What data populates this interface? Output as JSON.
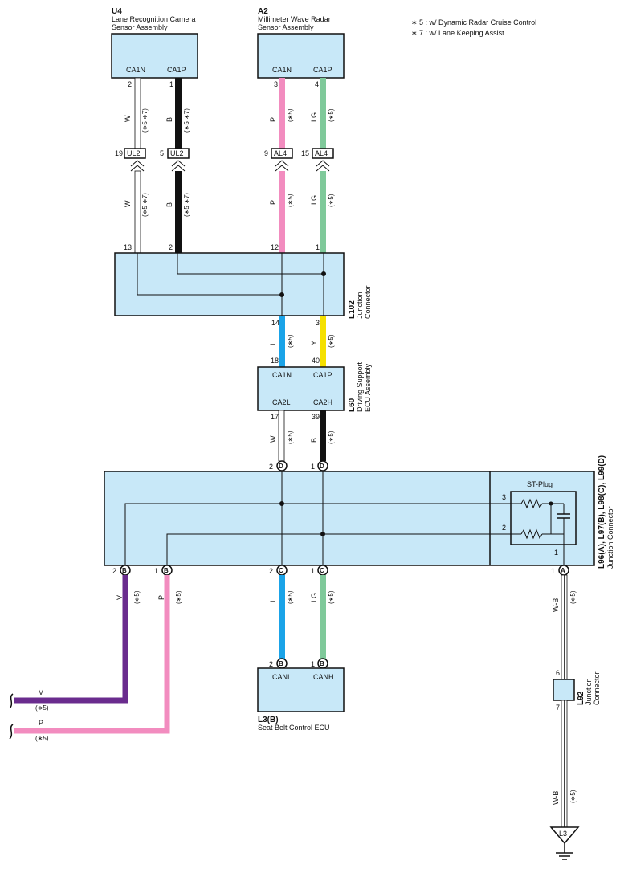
{
  "notes": [
    "∗ 5 : w/ Dynamic Radar Cruise Control",
    "∗ 7 : w/ Lane Keeping Assist"
  ],
  "colors": {
    "W": "#ffffff",
    "B": "#111111",
    "P": "#f28cbf",
    "LG": "#7fc99a",
    "L": "#1aa3e8",
    "Y": "#f5e000",
    "V": "#6a2c8e",
    "box": "#c8e8f8"
  },
  "components": {
    "u4": {
      "code": "U4",
      "name1": "Lane Recognition Camera",
      "name2": "Sensor Assembly",
      "pin_left": "CA1N",
      "pin_right": "CA1P",
      "num_left": "2",
      "num_right": "1"
    },
    "a2": {
      "code": "A2",
      "name1": "Millimeter Wave Radar",
      "name2": "Sensor Assembly",
      "pin_left": "CA1N",
      "pin_right": "CA1P",
      "num_left": "3",
      "num_right": "4"
    },
    "l102": {
      "code": "L102",
      "name1": "Junction",
      "name2": "Connector",
      "top_pins": [
        "13",
        "2",
        "12",
        "1"
      ],
      "bottom_pins": [
        "14",
        "3"
      ]
    },
    "l60": {
      "code": "L60",
      "name1": "Driving Support",
      "name2": "ECU Assembly",
      "pin_tl": "CA1N",
      "pin_tr": "CA1P",
      "pin_bl": "CA2L",
      "pin_br": "CA2H",
      "num_tl": "18",
      "num_tr": "40",
      "num_bl": "17",
      "num_br": "39"
    },
    "l96": {
      "code": "L96(A), L97(B), L98(C), L99(D)",
      "name": "Junction Connector",
      "stplug": "ST-Plug",
      "d_left": "2",
      "d_right": "1",
      "d_label": "D",
      "b_left_num": "2",
      "b_right_num": "1",
      "b_label": "B",
      "c_left_num": "2",
      "c_right_num": "1",
      "c_label": "C",
      "a_num": "1",
      "a_label": "A",
      "st_pin3": "3",
      "st_pin2": "2",
      "st_pin1": "1"
    },
    "l3": {
      "code": "L3(B)",
      "name": "Seat Belt Control ECU",
      "pin_left": "CANL",
      "pin_right": "CANH",
      "num_left": "2",
      "num_right": "1",
      "b_label": "B"
    },
    "l92": {
      "code": "L92",
      "name1": "Junction",
      "name2": "Connector",
      "pin_top": "6",
      "pin_bottom": "7"
    },
    "ground": {
      "label": "L3"
    }
  },
  "connectors": {
    "ul2_left": {
      "name": "UL2",
      "pin": "19"
    },
    "ul2_right": {
      "name": "UL2",
      "pin": "5"
    },
    "al4_left": {
      "name": "AL4",
      "pin": "9"
    },
    "al4_right": {
      "name": "AL4",
      "pin": "15"
    }
  },
  "wires": {
    "u4_w_upper": {
      "color": "W",
      "note": "(∗5 ∗7)"
    },
    "u4_b_upper": {
      "color": "B",
      "note": "(∗5 ∗7)"
    },
    "u4_w_lower": {
      "color": "W",
      "note": "(∗5 ∗7)"
    },
    "u4_b_lower": {
      "color": "B",
      "note": "(∗5 ∗7)"
    },
    "a2_p_upper": {
      "color": "P",
      "note": "(∗5)"
    },
    "a2_lg_upper": {
      "color": "LG",
      "note": "(∗5)"
    },
    "a2_p_lower": {
      "color": "P",
      "note": "(∗5)"
    },
    "a2_lg_lower": {
      "color": "LG",
      "note": "(∗5)"
    },
    "l102_l": {
      "color": "L",
      "note": "(∗5)"
    },
    "l102_y": {
      "color": "Y",
      "note": "(∗5)"
    },
    "l60_w": {
      "color": "W",
      "note": "(∗5)"
    },
    "l60_b": {
      "color": "B",
      "note": "(∗5)"
    },
    "b_v": {
      "color": "V",
      "note": "(∗5)"
    },
    "b_p": {
      "color": "P",
      "note": "(∗5)"
    },
    "c_l": {
      "color": "L",
      "note": "(∗5)"
    },
    "c_lg": {
      "color": "LG",
      "note": "(∗5)"
    },
    "a_wb_upper": {
      "color": "W-B",
      "note": "(∗5)"
    },
    "a_wb_lower": {
      "color": "W-B",
      "note": "(∗5)"
    },
    "out_v": {
      "color": "V",
      "note": "(∗5)"
    },
    "out_p": {
      "color": "P",
      "note": "(∗5)"
    }
  }
}
